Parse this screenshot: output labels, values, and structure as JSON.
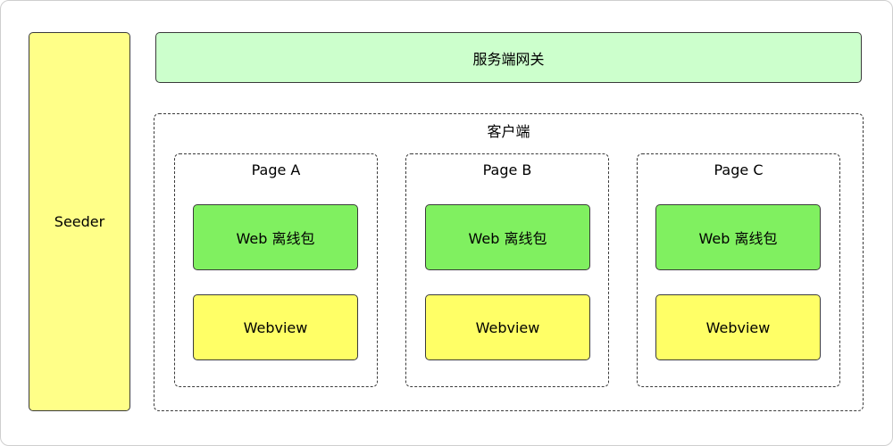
{
  "seeder": {
    "label": "Seeder"
  },
  "gateway": {
    "label": "服务端网关"
  },
  "client": {
    "title": "客户端",
    "pages": [
      {
        "title": "Page A",
        "offline_label": "Web 离线包",
        "webview_label": "Webview"
      },
      {
        "title": "Page B",
        "offline_label": "Web 离线包",
        "webview_label": "Webview"
      },
      {
        "title": "Page C",
        "offline_label": "Web 离线包",
        "webview_label": "Webview"
      }
    ]
  },
  "colors": {
    "seeder_fill": "#ffff88",
    "gateway_fill": "#ccffcc",
    "offline_fill": "#80f060",
    "webview_fill": "#ffff66",
    "border": "#3a3a3a"
  }
}
